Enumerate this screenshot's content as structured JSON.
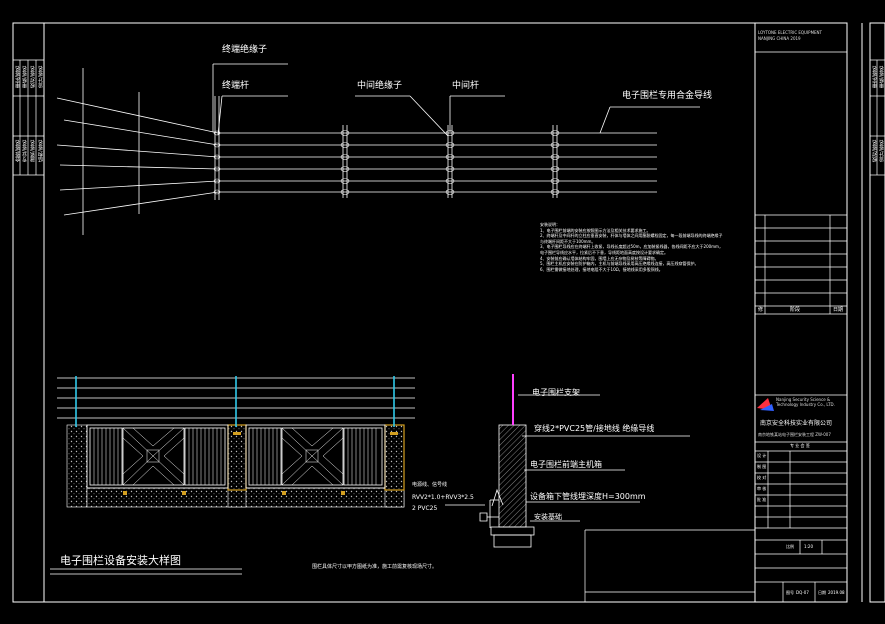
{
  "colors": {
    "background": "#000000",
    "line": "#ffffff",
    "post": "#30c8e8",
    "magenta": "#ff40ff",
    "gold": "#d4a020",
    "red": "#ff2020"
  },
  "top_elevation": {
    "labels": {
      "end_insulator": "终端绝缘子",
      "end_post": "终端杆",
      "mid_insulator": "中间绝缘子",
      "mid_post": "中间杆",
      "alloy_wire": "电子围栏专用合金导线"
    }
  },
  "notes": {
    "title": "安装说明：",
    "lines": [
      "1、电子围栏前端的安装应按照图示方法及相关技术要求施工。",
      "2、终端杆及中间杆的立柱应垂直安装，杆体与墙体之间用膨胀螺栓固定，每一段前端导线的终端绝缘子",
      "   与终端杆间距不大于100mm。",
      "3、电子围栏导线应在终端杆上收紧，导线长度超过50m，应加装紧线器，各线间距不应大于200mm，",
      "   电子围栏导线应水平，拉紧后不下垂，导线距地面高度按设计要求确定。",
      "4、安装前应确认墙体结构牢固，围墙上应无杂物及树枝等障碍物。",
      "5、围栏主机应安装在防护箱内，主机与前端导线采用高压绝缘线连接，高压线穿管保护。",
      "6、围栏需做接地处理，接地电阻不大于10Ω，接地线采用多股铜线。"
    ]
  },
  "detail": {
    "gate_labels": {
      "electric_line": "电源线、信号线",
      "cable_spec": "RVV2*1.0+RVV3*2.5",
      "pvc": "2 PVC25"
    },
    "right_labels": {
      "bracket": "电子围栏支架",
      "pipe": "穿线2*PVC25管/接地线  绝缘导线",
      "host_box": "电子围栏前端主机箱",
      "depth": "设备箱下管线埋深度H=300mm",
      "install": "安装基础"
    },
    "title": "电子围栏设备安装大样图",
    "footnote": "围栏具体尺寸以甲方图纸为准，施工前需复核现场尺寸。"
  },
  "title_block": {
    "company": "南京安全科技实业有限公司",
    "company_en": "Nanjing Security Science & Technology Industry Co., LTD.",
    "rows": [
      "设 计",
      "制 图",
      "校 对",
      "审 核",
      "批 准"
    ],
    "header_small": "专 业 会 签",
    "project_line": "南京地铁某站电子围栏安装工程 ZW-007",
    "sheet_labels": [
      "比例",
      "图号",
      "日期"
    ],
    "sheet_values": [
      "1:20",
      "DQ-07",
      "2019.08"
    ],
    "rev_label": "修",
    "rev_cols": [
      "阶段",
      "日期"
    ]
  },
  "left_strip": {
    "groups": [
      "审定/签名",
      "审核/签名",
      "校对/签名",
      "设计/签名",
      "会签/签名",
      "专业/签名",
      "建筑/签名",
      "结构/签名",
      "给排水/签名",
      "电气/签名",
      "暖通/签名",
      "日期/签名"
    ]
  },
  "right_strip": {
    "groups": [
      "审定/签名",
      "审核/签名",
      "校对/签名",
      "设计/签名"
    ]
  },
  "stamp": {
    "header": "LOYTONE ELECTRIC EQUIPMENT",
    "sub": "NANJING CHINA 2019"
  }
}
